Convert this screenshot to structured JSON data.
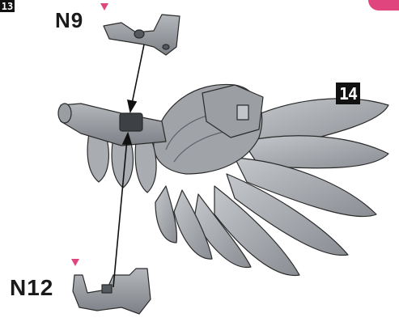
{
  "labels": {
    "n9": "N9",
    "n12": "N12"
  },
  "step_badges": {
    "previous": "13",
    "current": "14"
  },
  "colors": {
    "accent_pink": "#e0457d",
    "part_gray": "#a4a7ac",
    "part_shadow": "#6f7278",
    "feather_light": "#b9bcc0",
    "feather_dark": "#8d9096",
    "outline": "#2b2b2b"
  }
}
